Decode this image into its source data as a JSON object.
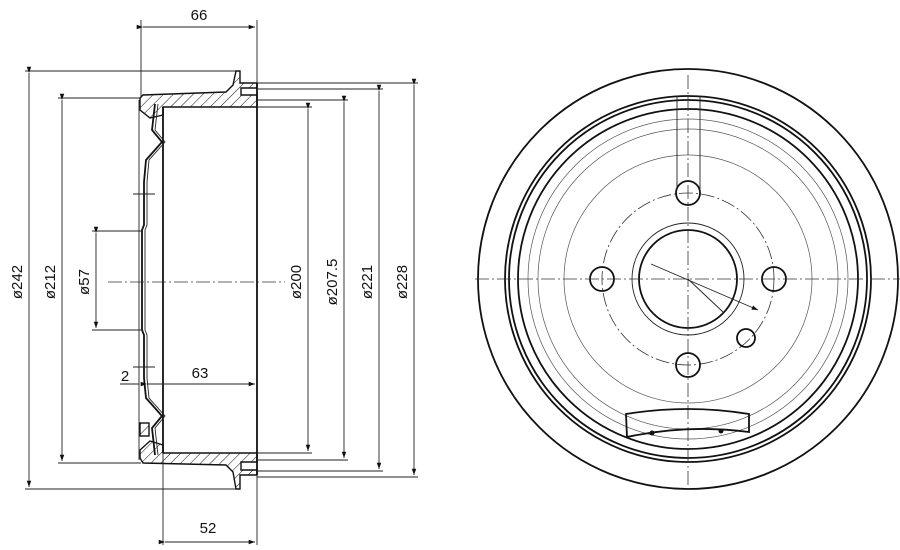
{
  "drawing": {
    "title": "Brake drum technical drawing",
    "views": [
      "section-view",
      "front-view"
    ],
    "colors": {
      "line": "#111111",
      "background": "#ffffff"
    }
  },
  "section_view": {
    "dimensions": {
      "overall_width": "66",
      "outer_diameter": "ø242",
      "flange_diameter": "ø212",
      "hub_bore": "ø57",
      "braking_diameter": "ø200",
      "diameter_207": "ø207.5",
      "diameter_221": "ø221",
      "diameter_228": "ø228",
      "thickness": "2",
      "depth_63": "63",
      "depth_52": "52"
    }
  },
  "front_view": {
    "bolt_holes": 4,
    "labels": []
  }
}
